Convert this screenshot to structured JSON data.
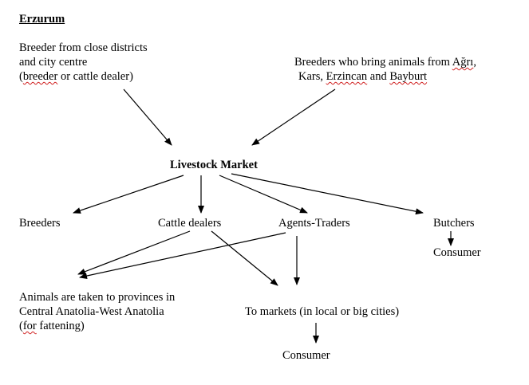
{
  "title": "Erzurum",
  "source_left": {
    "line1": "Breeder from close districts",
    "line2": "and city centre",
    "line3_open": "(",
    "line3_word": "breeder",
    "line3_rest": " or cattle dealer)"
  },
  "source_right": {
    "line1_pre": "Breeders who bring animals from ",
    "line1_word": "Ağrı",
    "line1_post": ",",
    "line2_pre": "Kars, ",
    "line2_word1": "Erzincan",
    "line2_mid": " and ",
    "line2_word2": "Bayburt"
  },
  "center": "Livestock Market",
  "targets": {
    "breeders": "Breeders",
    "cattle_dealers": "Cattle dealers",
    "agents_traders": "Agents-Traders",
    "butchers": "Butchers",
    "consumer_butchers": "Consumer"
  },
  "outcomes": {
    "provinces_line1": "Animals are taken to provinces in",
    "provinces_line2": "Central Anatolia-West Anatolia",
    "provinces_line3_open": "(",
    "provinces_line3_word": "for",
    "provinces_line3_rest": " fattening)",
    "markets": "To markets (in local or big cities)",
    "consumer_markets": "Consumer"
  }
}
